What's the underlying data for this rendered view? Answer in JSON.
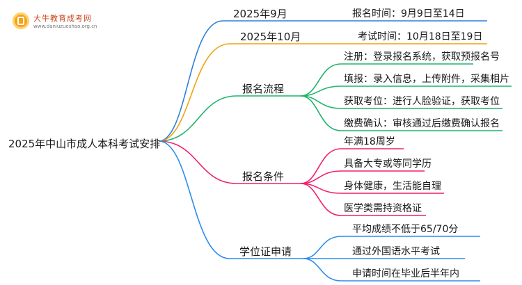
{
  "logo": {
    "name": "大牛教育成考网",
    "url": "www.daniuzueshao.org.cn"
  },
  "root": "2025年中山市成人本科考试安排",
  "nodes": {
    "sep": {
      "label": "2025年9月",
      "detail": "报名时间：9月9日至14日"
    },
    "oct": {
      "label": "2025年10月",
      "detail": "考试时间：10月18日至19日"
    },
    "process": {
      "label": "报名流程",
      "items": [
        "注册：登录报名系统，获取预报名号",
        "填报：录入信息，上传附件，采集相片",
        "获取考位：进行人脸验证，获取考位",
        "缴费确认：审核通过后缴费确认报名"
      ]
    },
    "conditions": {
      "label": "报名条件",
      "items": [
        "年满18周岁",
        "具备大专或等同学历",
        "身体健康，生活能自理",
        "医学类需持资格证"
      ]
    },
    "degree": {
      "label": "学位证申请",
      "items": [
        "平均成绩不低于65/70分",
        "通过外国语水平考试",
        "申请时间在毕业后半年内"
      ]
    }
  },
  "colors": {
    "date_branches": "#2f7fd9",
    "oct_branch": "#f0a20f",
    "process": "#1fb46a",
    "conditions": "#f0216f",
    "degree": "#2b8cee"
  }
}
